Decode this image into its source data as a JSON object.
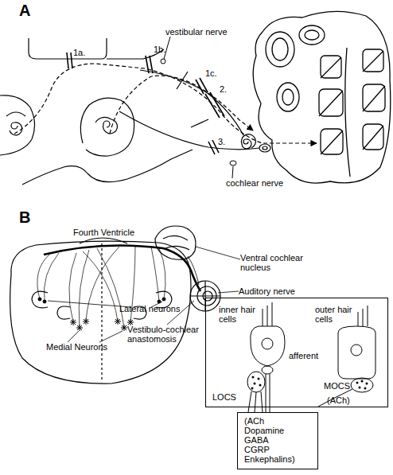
{
  "diagram": {
    "nodes": [
      {
        "text": [
          "inner hair cells",
          "outer hair cells",
          "afferent",
          "MOCS",
          "(ACh)",
          "LOCS"
        ]
      },
      {
        "text": [
          "(ACh Dopamine GABA CGRP Enkephalins)"
        ]
      }
    ],
    "labels": [
      "A",
      "1a.",
      "1b.",
      "vestibular nerve",
      "1c.",
      "2.",
      "3.",
      "cochlear nerve",
      "B",
      "Fourth Ventricle",
      "Ventral cochlear nucleus",
      "Auditory nerve",
      "Lateral neurons",
      "Medial Neurons",
      "Vestibulo-cochlear anastomosis"
    ]
  }
}
